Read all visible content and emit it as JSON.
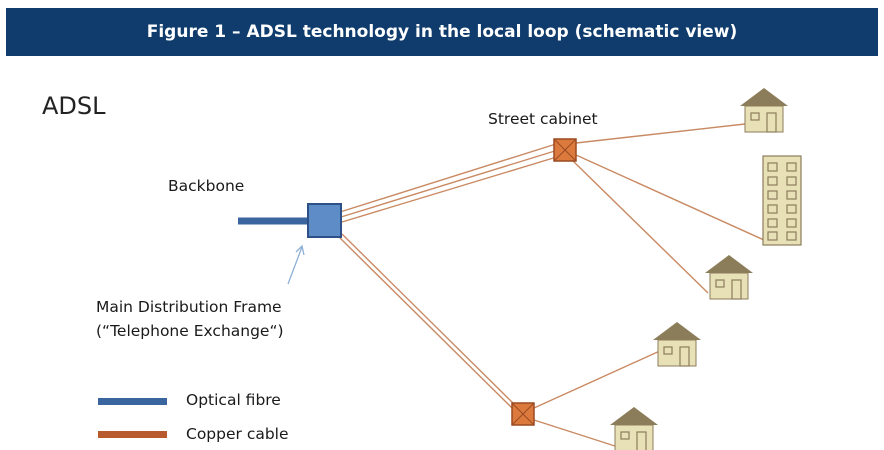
{
  "title": "Figure 1 – ADSL technology in the local loop (schematic view)",
  "diagram": {
    "heading": "ADSL",
    "nodes": {
      "street_cabinet": "Street cabinet",
      "backbone": "Backbone",
      "mdf_line1": "Main Distribution Frame",
      "mdf_line2": "(“Telephone Exchange“)"
    },
    "legend": [
      {
        "label": "Optical fibre",
        "color": "#3a659e"
      },
      {
        "label": "Copper cable",
        "color": "#b85a2e"
      }
    ]
  },
  "colors": {
    "title_bar": "#0f3c6c",
    "fibre": "#3a659e",
    "copper": "#b85a2e",
    "copper_line": "#c98a63",
    "cabinet_fill": "#dc7a3e",
    "mdf_fill": "#5d8cc6",
    "house_roof": "#8c7d5a",
    "house_body": "#e8e1b8"
  }
}
